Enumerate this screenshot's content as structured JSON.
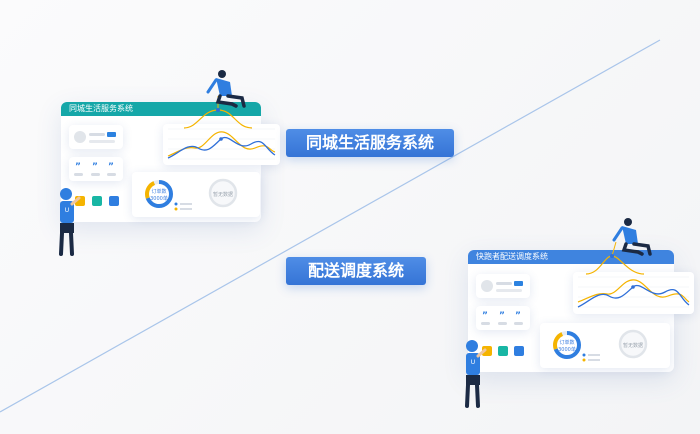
{
  "labels": {
    "service_system": "同城生活服务系统",
    "dispatch_system": "配送调度系统"
  },
  "window1": {
    "title": "同城生活服务系统",
    "ring_line1": "订单数",
    "ring_line2": "3000单",
    "empty_text": "暂无数据"
  },
  "window2": {
    "title": "快跑者配送调度系统",
    "ring_line1": "订单数",
    "ring_line2": "3000单",
    "empty_text": "暂无数据"
  },
  "figure_badge": "U",
  "colors": {
    "teal_header": "#15a7a8",
    "blue_header": "#3f84df",
    "accent_blue": "#2f7ee0",
    "accent_yellow": "#f5b400",
    "label_blue": "#3f7fdc"
  },
  "icons": [
    "quote-icon",
    "download-icon",
    "image-icon",
    "puzzle-icon",
    "person-icon"
  ]
}
